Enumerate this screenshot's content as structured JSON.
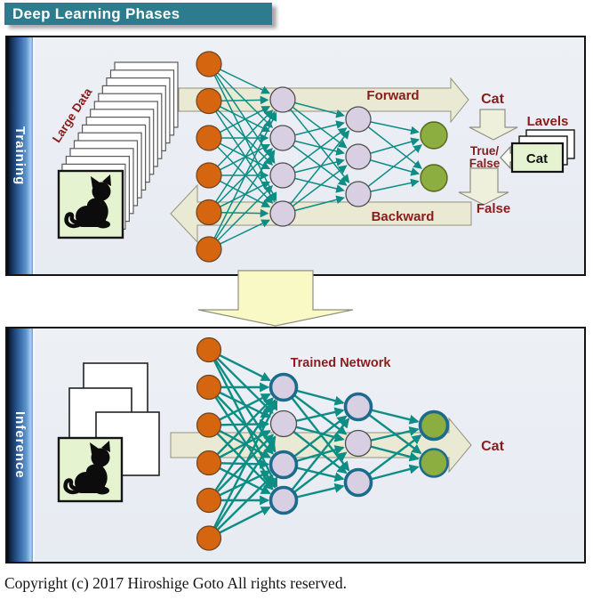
{
  "title": "Deep Learning Phases",
  "copyright": "Copyright (c) 2017 Hiroshige Goto All rights reserved.",
  "training": {
    "label": "Training",
    "large_data_label": "Large Data",
    "forward_label": "Forward",
    "backward_label": "Backward",
    "prediction": "Cat",
    "true_line": "True/",
    "false_line": "False",
    "false_result": "False",
    "labels_title": "Lavels",
    "label_card_text": "Cat",
    "layer_sizes": [
      6,
      4,
      3,
      2
    ],
    "data_card_count": 15
  },
  "inference": {
    "label": "Inference",
    "trained_network_label": "Trained Network",
    "prediction": "Cat",
    "layer_sizes": [
      6,
      4,
      3,
      2
    ],
    "input_image_count": 4
  },
  "colors": {
    "title_bar": "#2d7c8e",
    "panel_bg": "#e9edf4",
    "side_bar_blue": "#2f62a0",
    "input_node": "#d5650e",
    "hidden_node": "#d8cfe3",
    "output_node": "#8cad3f",
    "link": "#0e8d85",
    "trained_ring": "#1d6b8c",
    "band": "#e9e9d4",
    "small_arrow": "#eef0db",
    "transition_arrow": "#f9f9c5",
    "accent_text": "#8b1c1c",
    "label_card_bg": "#e5f3d0"
  }
}
